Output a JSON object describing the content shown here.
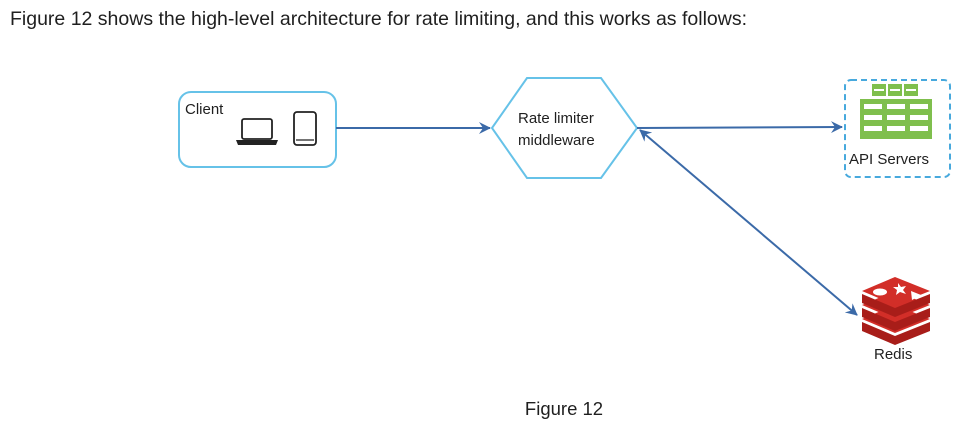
{
  "intro_text": "Figure 12 shows the high-level architecture for rate limiting, and this works as follows:",
  "diagram": {
    "client_label": "Client",
    "middleware_line1": "Rate limiter",
    "middleware_line2": "middleware",
    "api_servers_label": "API Servers",
    "redis_label": "Redis"
  },
  "caption": "Figure 12",
  "colors": {
    "node_border": "#66c2e8",
    "node_fill": "#ffffff",
    "arrow": "#3b6aa8",
    "server_green": "#7fbf4d",
    "redis_red": "#d22e28",
    "dashed_border": "#47a9dd"
  }
}
